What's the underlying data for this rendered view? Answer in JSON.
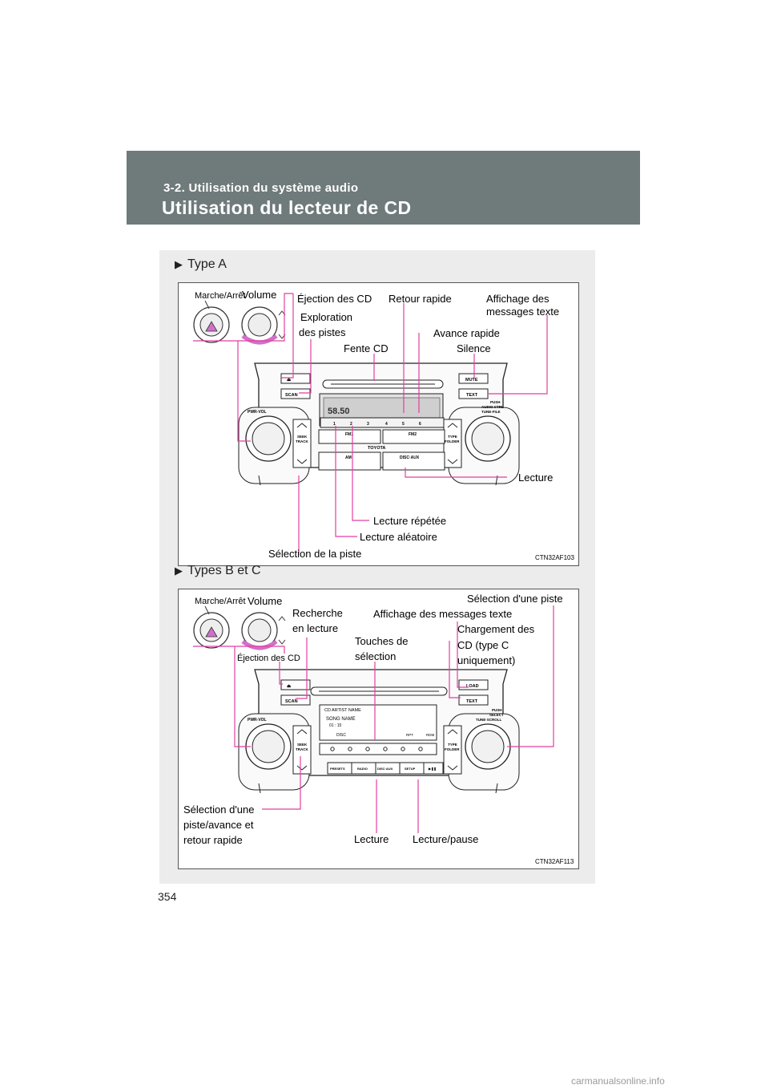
{
  "header": {
    "section": "3-2. Utilisation du système audio",
    "title": "Utilisation du lecteur de CD"
  },
  "typeA": {
    "heading": "Type A",
    "code": "CTN32AF103",
    "labels": {
      "power": "Marche/Arrêt",
      "volume": "Volume",
      "eject": "Éjection des CD",
      "rewind": "Retour rapide",
      "text_display": "Affichage des messages texte",
      "text_display_l1": "Affichage des",
      "text_display_l2": "messages texte",
      "scan_l1": "Exploration",
      "scan_l2": "des pistes",
      "fast_forward": "Avance rapide",
      "slot": "Fente CD",
      "mute": "Silence",
      "play": "Lecture",
      "repeat": "Lecture répétée",
      "random": "Lecture aléatoire",
      "track_select": "Sélection de la piste"
    },
    "unit": {
      "scan": "SCAN",
      "mute": "MUTE",
      "text": "TEXT",
      "pwr": "PWR-VOL",
      "seek1": "SEEK",
      "seek2": "TRACK",
      "type1": "TYPE",
      "type2": "FOLDER",
      "tune1": "PUSH",
      "tune2": "AUDIO CTRL",
      "tune3": "TUNE-FILE",
      "brand": "TOYOTA",
      "fm1": "FM1",
      "fm2": "FM2",
      "am": "AM",
      "disc": "DISC·AUX",
      "presets": [
        "1",
        "2",
        "3",
        "4",
        "5",
        "6"
      ]
    }
  },
  "typeBC": {
    "heading": "Types B et C",
    "code": "CTN32AF113",
    "labels": {
      "power": "Marche/Arrêt",
      "volume": "Volume",
      "scan_play_l1": "Recherche",
      "scan_play_l2": "en lecture",
      "text_display": "Affichage des messages texte",
      "track_select": "Sélection d'une piste",
      "keys_l1": "Touches de",
      "keys_l2": "sélection",
      "load_l1": "Chargement des",
      "load_l2": "CD (type C",
      "load_l3": "uniquement)",
      "eject": "Éjection des CD",
      "seek_l1": "Sélection d'une",
      "seek_l2": "piste/avance et",
      "seek_l3": "retour rapide",
      "play": "Lecture",
      "play_pause": "Lecture/pause"
    },
    "unit": {
      "scan": "SCAN",
      "load": "LOAD",
      "text": "TEXT",
      "pwr": "PWR-VOL",
      "seek1": "SEEK",
      "seek2": "TRACK",
      "type1": "TYPE",
      "type2": "FOLDER",
      "tune1": "PUSH",
      "tune2": "SELECT",
      "tune3": "TUNE·SCROLL",
      "artist": "CD ARTIST NAME",
      "song": "SONG NAME",
      "time": "01 : 15",
      "disc": "DISC",
      "rpt": "RPT",
      "rdm": "RDM",
      "presets": "PRESETS",
      "radio": "RADIO",
      "discaux": "DISC·AUX",
      "setup": "SETUP"
    }
  },
  "page_number": "354",
  "watermark": "carmanualsonline.info"
}
